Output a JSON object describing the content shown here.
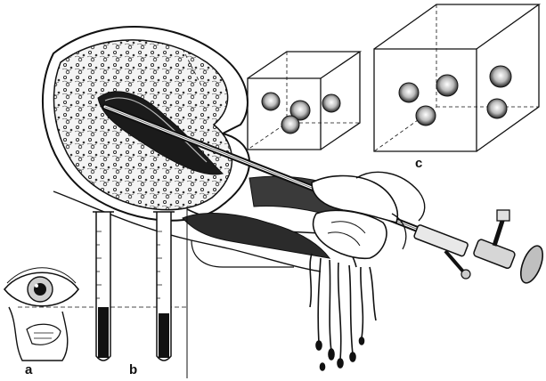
{
  "labels": {
    "a": "a",
    "b": "b",
    "c": "c"
  },
  "illustration": {
    "style": "black-and-white line drawing",
    "ink_color": "#111111",
    "background": "#ffffff",
    "panels": [
      {
        "label": "a",
        "depicts": "eye-icon"
      },
      {
        "label": "b",
        "depicts": "graduated-tube-icon"
      },
      {
        "label": "c",
        "depicts": "cube-icon"
      }
    ]
  }
}
